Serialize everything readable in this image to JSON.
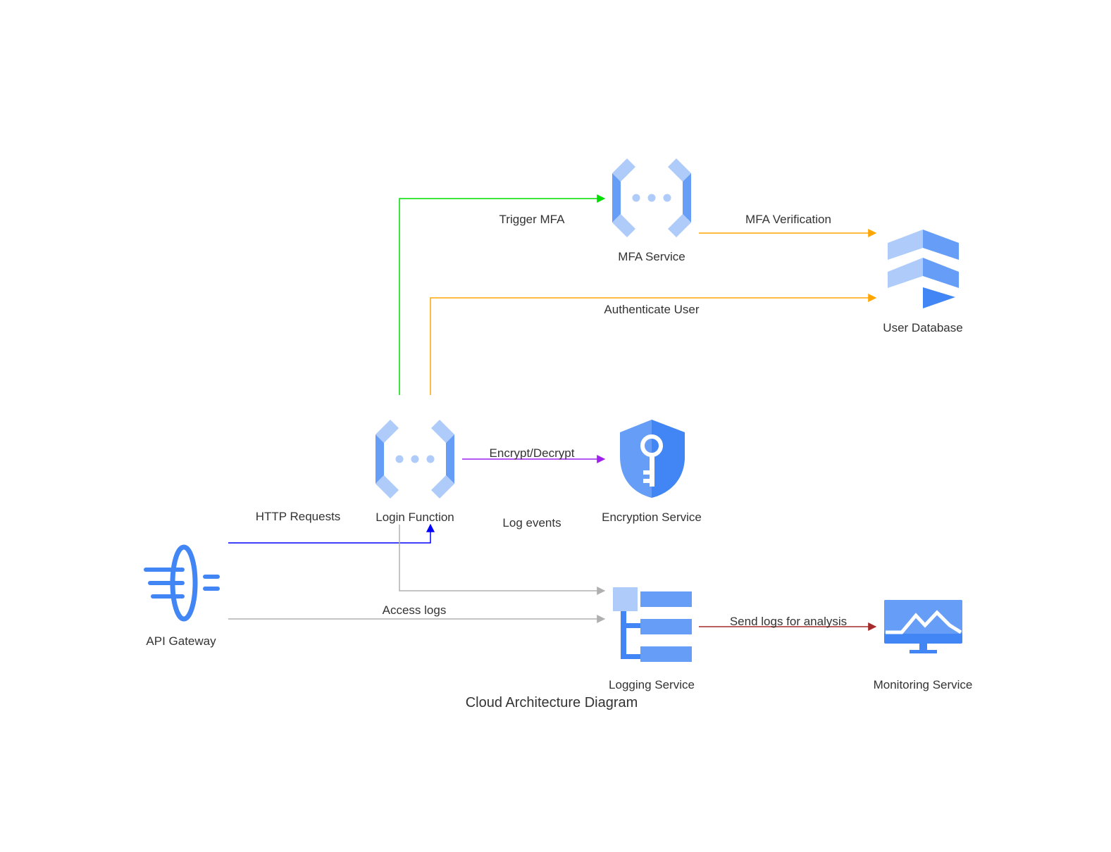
{
  "title": "Cloud Architecture Diagram",
  "colors": {
    "icon_dark": "#4285f4",
    "icon_mid": "#669df6",
    "icon_light": "#aecbfa",
    "edge_http": "#0000ff",
    "edge_trigger_mfa": "#00dd00",
    "edge_auth": "#ffa500",
    "edge_encrypt": "#a020f0",
    "edge_logs": "#b0b0b0",
    "edge_analysis": "#a52a2a"
  },
  "nodes": {
    "api_gateway": {
      "label": "API Gateway",
      "icon": "api-gateway-icon"
    },
    "login_function": {
      "label": "Login Function",
      "icon": "cloud-functions-icon"
    },
    "mfa_service": {
      "label": "MFA Service",
      "icon": "cloud-functions-icon"
    },
    "user_database": {
      "label": "User Database",
      "icon": "database-icon"
    },
    "encryption_service": {
      "label": "Encryption Service",
      "icon": "key-shield-icon"
    },
    "logging_service": {
      "label": "Logging Service",
      "icon": "logging-icon"
    },
    "monitoring_service": {
      "label": "Monitoring Service",
      "icon": "monitor-icon"
    }
  },
  "edges": {
    "http_requests": "HTTP Requests",
    "trigger_mfa": "Trigger MFA",
    "mfa_verification": "MFA Verification",
    "authenticate_user": "Authenticate User",
    "encrypt_decrypt": "Encrypt/Decrypt",
    "log_events": "Log events",
    "access_logs": "Access logs",
    "send_logs": "Send logs for analysis"
  }
}
